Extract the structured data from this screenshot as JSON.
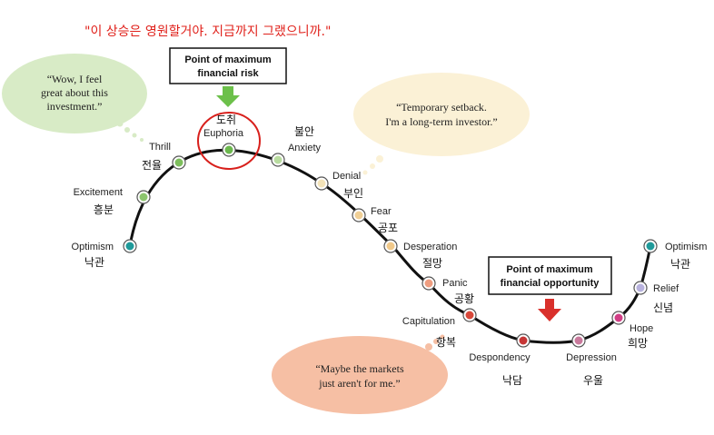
{
  "caption": "\"이 상승은 영원할거야. 지금까지 그랬으니까.\"",
  "risk_box": {
    "line1": "Point of maximum",
    "line2": "financial risk"
  },
  "opportunity_box": {
    "line1": "Point of maximum",
    "line2": "financial opportunity"
  },
  "colors": {
    "curve": "#111111",
    "risk_arrow": "#6cc04a",
    "opportunity_arrow": "#d9302b",
    "highlight_circle": "#d8201c",
    "bubble_green": "#d8ebc6",
    "bubble_cream": "#fbf1d6",
    "bubble_salmon": "#f6bfa4"
  },
  "bubbles": {
    "euphoria": {
      "line1": "“Wow, I feel",
      "line2": "great about this",
      "line3": "investment.”"
    },
    "denial": {
      "line1": "“Temporary setback.",
      "line2": "I'm a long-term investor.”"
    },
    "capitulation": {
      "line1": "“Maybe the markets",
      "line2": "just aren't for me.”"
    }
  },
  "stages": [
    {
      "en": "Optimism",
      "ko": "낙관",
      "color": "#1f9a9a"
    },
    {
      "en": "Excitement",
      "ko": "흥분",
      "color": "#8cc56e"
    },
    {
      "en": "Thrill",
      "ko": "전율",
      "color": "#7dbe5c"
    },
    {
      "en": "Euphoria",
      "ko": "도취",
      "color": "#6cb84e"
    },
    {
      "en": "Anxiety",
      "ko": "불안",
      "color": "#b9dca0"
    },
    {
      "en": "Denial",
      "ko": "부인",
      "color": "#f3e3b8"
    },
    {
      "en": "Fear",
      "ko": "공포",
      "color": "#f0cf95"
    },
    {
      "en": "Desperation",
      "ko": "절망",
      "color": "#f1c98a"
    },
    {
      "en": "Panic",
      "ko": "공황",
      "color": "#ee9d80"
    },
    {
      "en": "Capitulation",
      "ko": "항복",
      "color": "#d8483a"
    },
    {
      "en": "Despondency",
      "ko": "낙담",
      "color": "#c63636"
    },
    {
      "en": "Depression",
      "ko": "우울",
      "color": "#c9799c"
    },
    {
      "en": "Hope",
      "ko": "희망",
      "color": "#d23e86"
    },
    {
      "en": "Relief",
      "ko": "신념",
      "color": "#b8b2de"
    },
    {
      "en": "Optimism",
      "ko": "낙관",
      "color": "#1f9a9a"
    }
  ]
}
